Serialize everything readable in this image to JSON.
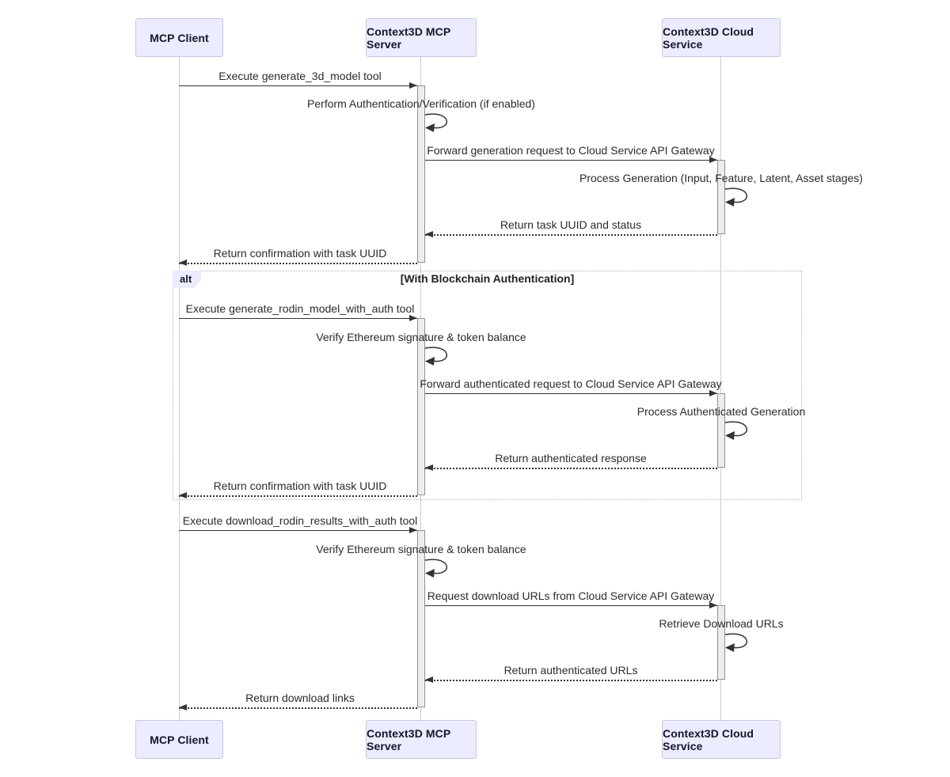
{
  "diagram_type": "sequence",
  "actors": [
    {
      "name": "MCP Client"
    },
    {
      "name": "Context3D MCP Server"
    },
    {
      "name": "Context3D Cloud Service"
    }
  ],
  "sequence": [
    {
      "from": "MCP Client",
      "to": "Context3D MCP Server",
      "kind": "solid",
      "label": "Execute generate_3d_model tool"
    },
    {
      "actor": "Context3D MCP Server",
      "kind": "self",
      "label": "Perform Authentication/Verification (if enabled)"
    },
    {
      "from": "Context3D MCP Server",
      "to": "Context3D Cloud Service",
      "kind": "solid",
      "label": "Forward generation request to Cloud Service API Gateway"
    },
    {
      "actor": "Context3D Cloud Service",
      "kind": "self",
      "label": "Process Generation (Input, Feature, Latent, Asset stages)"
    },
    {
      "from": "Context3D Cloud Service",
      "to": "Context3D MCP Server",
      "kind": "dashed",
      "label": "Return task UUID and status"
    },
    {
      "from": "Context3D MCP Server",
      "to": "MCP Client",
      "kind": "dashed",
      "label": "Return confirmation with task UUID"
    },
    {
      "from": "MCP Client",
      "to": "Context3D MCP Server",
      "kind": "solid",
      "label": "Execute generate_rodin_model_with_auth tool"
    },
    {
      "actor": "Context3D MCP Server",
      "kind": "self",
      "label": "Verify Ethereum signature & token balance"
    },
    {
      "from": "Context3D MCP Server",
      "to": "Context3D Cloud Service",
      "kind": "solid",
      "label": "Forward authenticated request to Cloud Service API Gateway"
    },
    {
      "actor": "Context3D Cloud Service",
      "kind": "self",
      "label": "Process Authenticated Generation"
    },
    {
      "from": "Context3D Cloud Service",
      "to": "Context3D MCP Server",
      "kind": "dashed",
      "label": "Return authenticated response"
    },
    {
      "from": "Context3D MCP Server",
      "to": "MCP Client",
      "kind": "dashed",
      "label": "Return confirmation with task UUID"
    },
    {
      "from": "MCP Client",
      "to": "Context3D MCP Server",
      "kind": "solid",
      "label": "Execute download_rodin_results_with_auth tool"
    },
    {
      "actor": "Context3D MCP Server",
      "kind": "self",
      "label": "Verify Ethereum signature & token balance"
    },
    {
      "from": "Context3D MCP Server",
      "to": "Context3D Cloud Service",
      "kind": "solid",
      "label": "Request download URLs from Cloud Service API Gateway"
    },
    {
      "actor": "Context3D Cloud Service",
      "kind": "self",
      "label": "Retrieve Download URLs"
    },
    {
      "from": "Context3D Cloud Service",
      "to": "Context3D MCP Server",
      "kind": "dashed",
      "label": "Return authenticated URLs"
    },
    {
      "from": "Context3D MCP Server",
      "to": "MCP Client",
      "kind": "dashed",
      "label": "Return download links"
    }
  ],
  "alt_section": {
    "tab": "alt",
    "condition": "[With Blockchain Authentication]"
  },
  "colors": {
    "actor_fill": "#ECECFF",
    "actor_border": "#C6C6E2",
    "activation_fill": "#EDEDED",
    "activation_border": "#919191",
    "message_line": "#333333",
    "lifeline": "#CBCBE0",
    "alt_border": "#B3B3CC"
  }
}
